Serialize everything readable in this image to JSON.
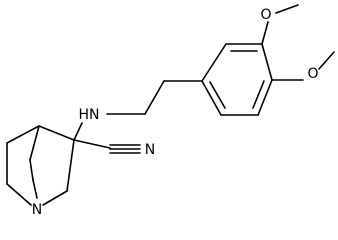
{
  "molecule": {
    "atoms": {
      "N_amine": "HN",
      "N_nitrile": "N",
      "N_quinuclidine": "N",
      "O_meta": "O",
      "O_para": "O"
    },
    "colors": {
      "bond": "#000000",
      "label": "#000000",
      "background": "#ffffff"
    }
  }
}
